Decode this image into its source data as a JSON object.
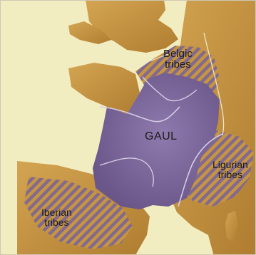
{
  "map": {
    "colors": {
      "sea": "#f2ecc1",
      "land": "#c7953f",
      "land_shadow": "#9a6b26",
      "gaul": "#7a6598",
      "gaul_light": "#9c88b8",
      "hatch": "#6e5a88",
      "river": "#d4cbe6",
      "border": "#e9d59a",
      "frame": "#cfc7b5"
    },
    "labels": {
      "belgic": [
        "Belgic",
        "tribes"
      ],
      "gaul": "GAUL",
      "ligurian": [
        "Ligurian",
        "tribes"
      ],
      "iberian": [
        "Iberian",
        "tribes"
      ]
    }
  }
}
